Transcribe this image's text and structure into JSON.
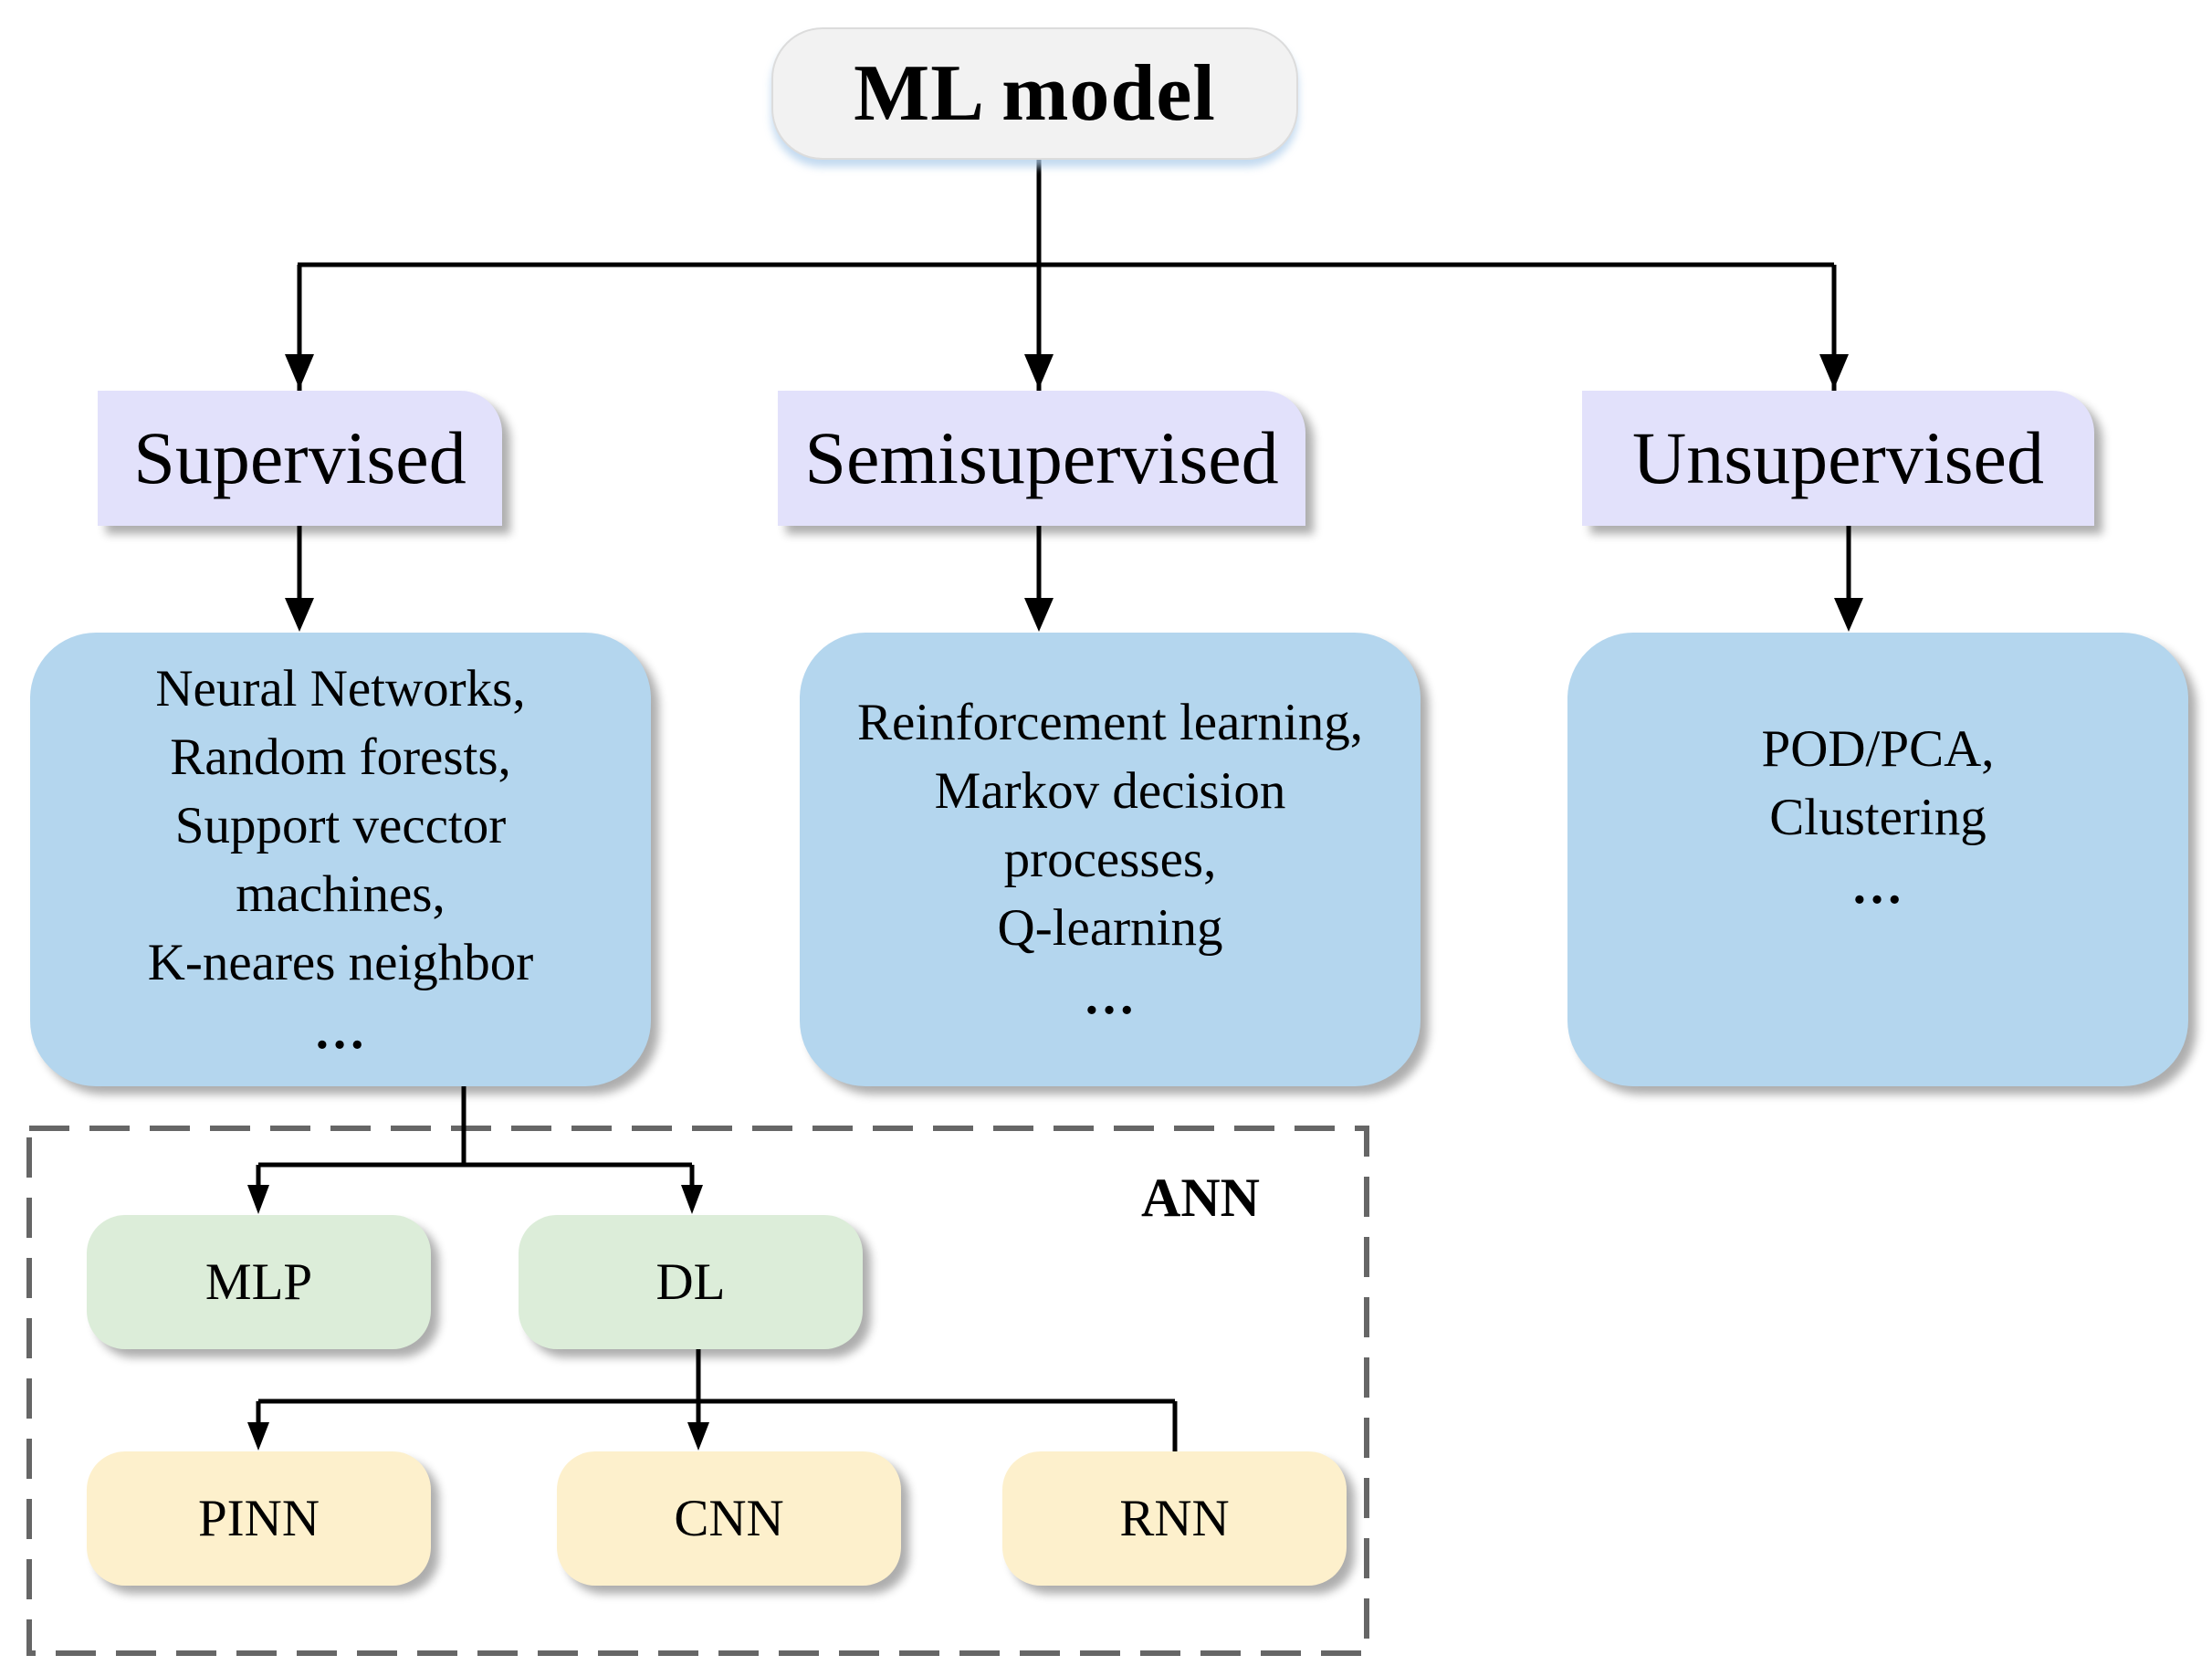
{
  "root": {
    "label": "ML model"
  },
  "categories": [
    {
      "label": "Supervised"
    },
    {
      "label": "Semisupervised"
    },
    {
      "label": "Unsupervised"
    }
  ],
  "algorithms": {
    "supervised": [
      "Neural Networks,",
      "Random forests,",
      "Support vecctor",
      "machines,",
      "K-neares neighbor",
      "…"
    ],
    "semisupervised": [
      "Reinforcement learning,",
      "Markov decision",
      "processes,",
      "Q-learning",
      "…"
    ],
    "unsupervised": [
      "POD/PCA,",
      "Clustering",
      "…"
    ]
  },
  "ann": {
    "label": "ANN",
    "level1": [
      "MLP",
      "DL"
    ],
    "level2": [
      "PINN",
      "CNN",
      "RNN"
    ]
  },
  "colors": {
    "root_fill": "#f2f2f2",
    "category_fill": "#e2e1fb",
    "algorithm_fill": "#b4d6ee",
    "ann_level1_fill": "#dcedd9",
    "ann_level2_fill": "#fdf0cc",
    "ann_border": "#666666"
  }
}
